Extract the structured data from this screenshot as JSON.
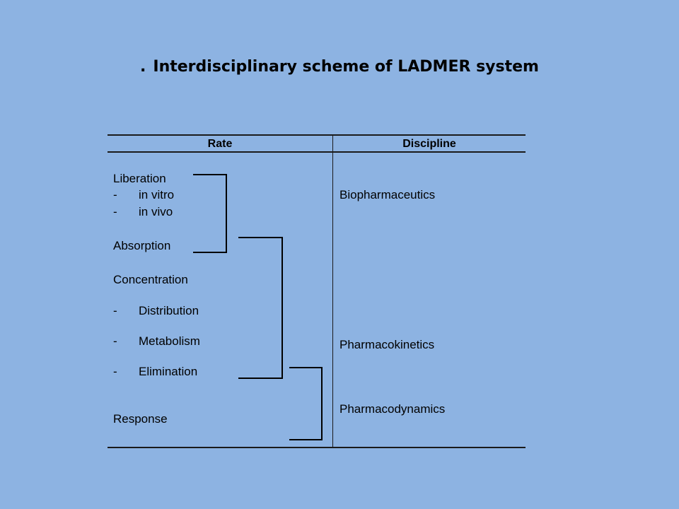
{
  "title": {
    "bullet": ".",
    "text": "Interdisciplinary scheme of LADMER system"
  },
  "table": {
    "headers": {
      "rate": "Rate",
      "discipline": "Discipline"
    },
    "rate": {
      "liberation": "Liberation",
      "dash": "-",
      "in_vitro": "in vitro",
      "in_vivo": "in vivo",
      "absorption": "Absorption",
      "concentration": "Concentration",
      "distribution": "Distribution",
      "metabolism": "Metabolism",
      "elimination": "Elimination",
      "response": "Response"
    },
    "discipline": {
      "biopharmaceutics": "Biopharmaceutics",
      "pharmacokinetics": "Pharmacokinetics",
      "pharmacodynamics": "Pharmacodynamics"
    }
  }
}
